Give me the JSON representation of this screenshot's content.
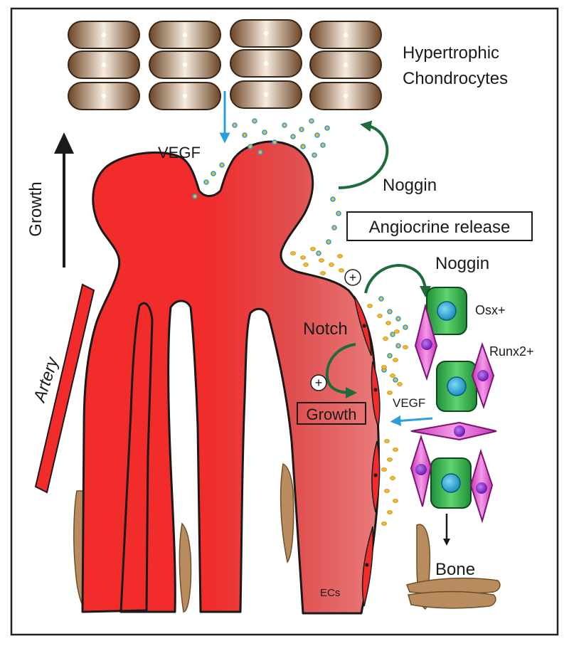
{
  "labels": {
    "chondrocytes_line1": "Hypertrophic",
    "chondrocytes_line2": "Chondrocytes",
    "vegf_top": "VEGF",
    "noggin_top": "Noggin",
    "growth_axis": "Growth",
    "angiocrine": "Angiocrine release",
    "noggin_right": "Noggin",
    "osx": "Osx+",
    "notch": "Notch",
    "runx2": "Runx2+",
    "plus_upper": "+",
    "plus_lower": "+",
    "vegf_right": "VEGF",
    "growth_box": "Growth",
    "artery": "Artery",
    "bone": "Bone",
    "ecs": "ECs"
  },
  "colors": {
    "vessel_red": "#f22b2b",
    "chondrocyte_brown": "#8a5a32",
    "bone_tan": "#b88c5f",
    "osteoprogenitor_green": "#2fb34a",
    "osteoblast_magenta": "#e64fd6",
    "nucleus_blue": "#27a9d8",
    "nucleus_purple": "#8a2bd6",
    "arrow_green": "#1e6b3c",
    "arrow_blue": "#2b9fd9",
    "granule_yellow": "#f3b82b"
  }
}
